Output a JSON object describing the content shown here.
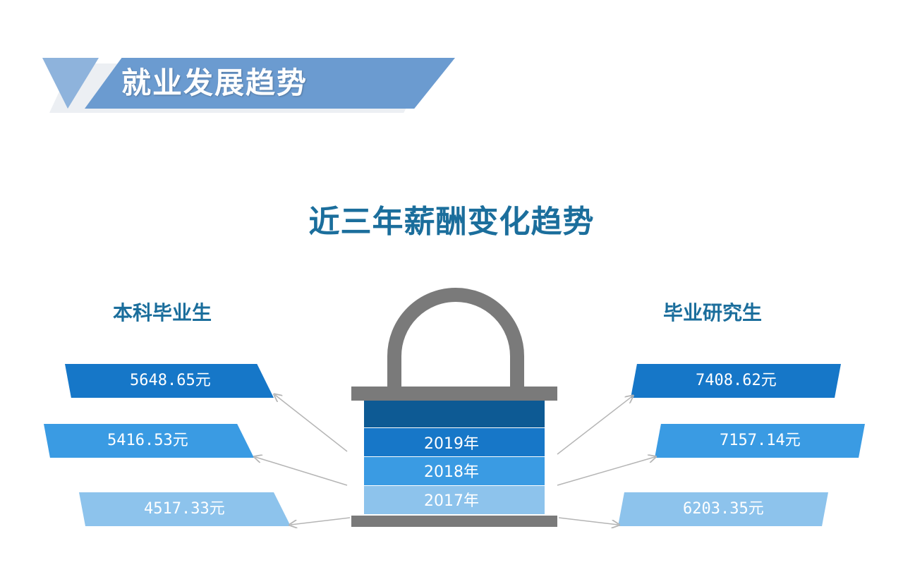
{
  "header": {
    "title": "就业发展趋势"
  },
  "main_title": "近三年薪酬变化趋势",
  "left_group": {
    "label": "本科毕业生",
    "values": [
      {
        "text": "5648.65元",
        "color": "#1677c8"
      },
      {
        "text": "5416.53元",
        "color": "#3a9be3"
      },
      {
        "text": "4517.33元",
        "color": "#8dc3ec"
      }
    ]
  },
  "right_group": {
    "label": "毕业研究生",
    "values": [
      {
        "text": "7408.62元",
        "color": "#1677c8"
      },
      {
        "text": "7157.14元",
        "color": "#3a9be3"
      },
      {
        "text": "6203.35元",
        "color": "#8dc3ec"
      }
    ]
  },
  "lock": {
    "years": [
      {
        "label": "2019年",
        "color": "#1777c8"
      },
      {
        "label": "2018年",
        "color": "#3a9be3"
      },
      {
        "label": "2017年",
        "color": "#8dc3ec"
      }
    ],
    "top_band_color": "#0d5a94",
    "frame_color": "#7a7a7a"
  }
}
